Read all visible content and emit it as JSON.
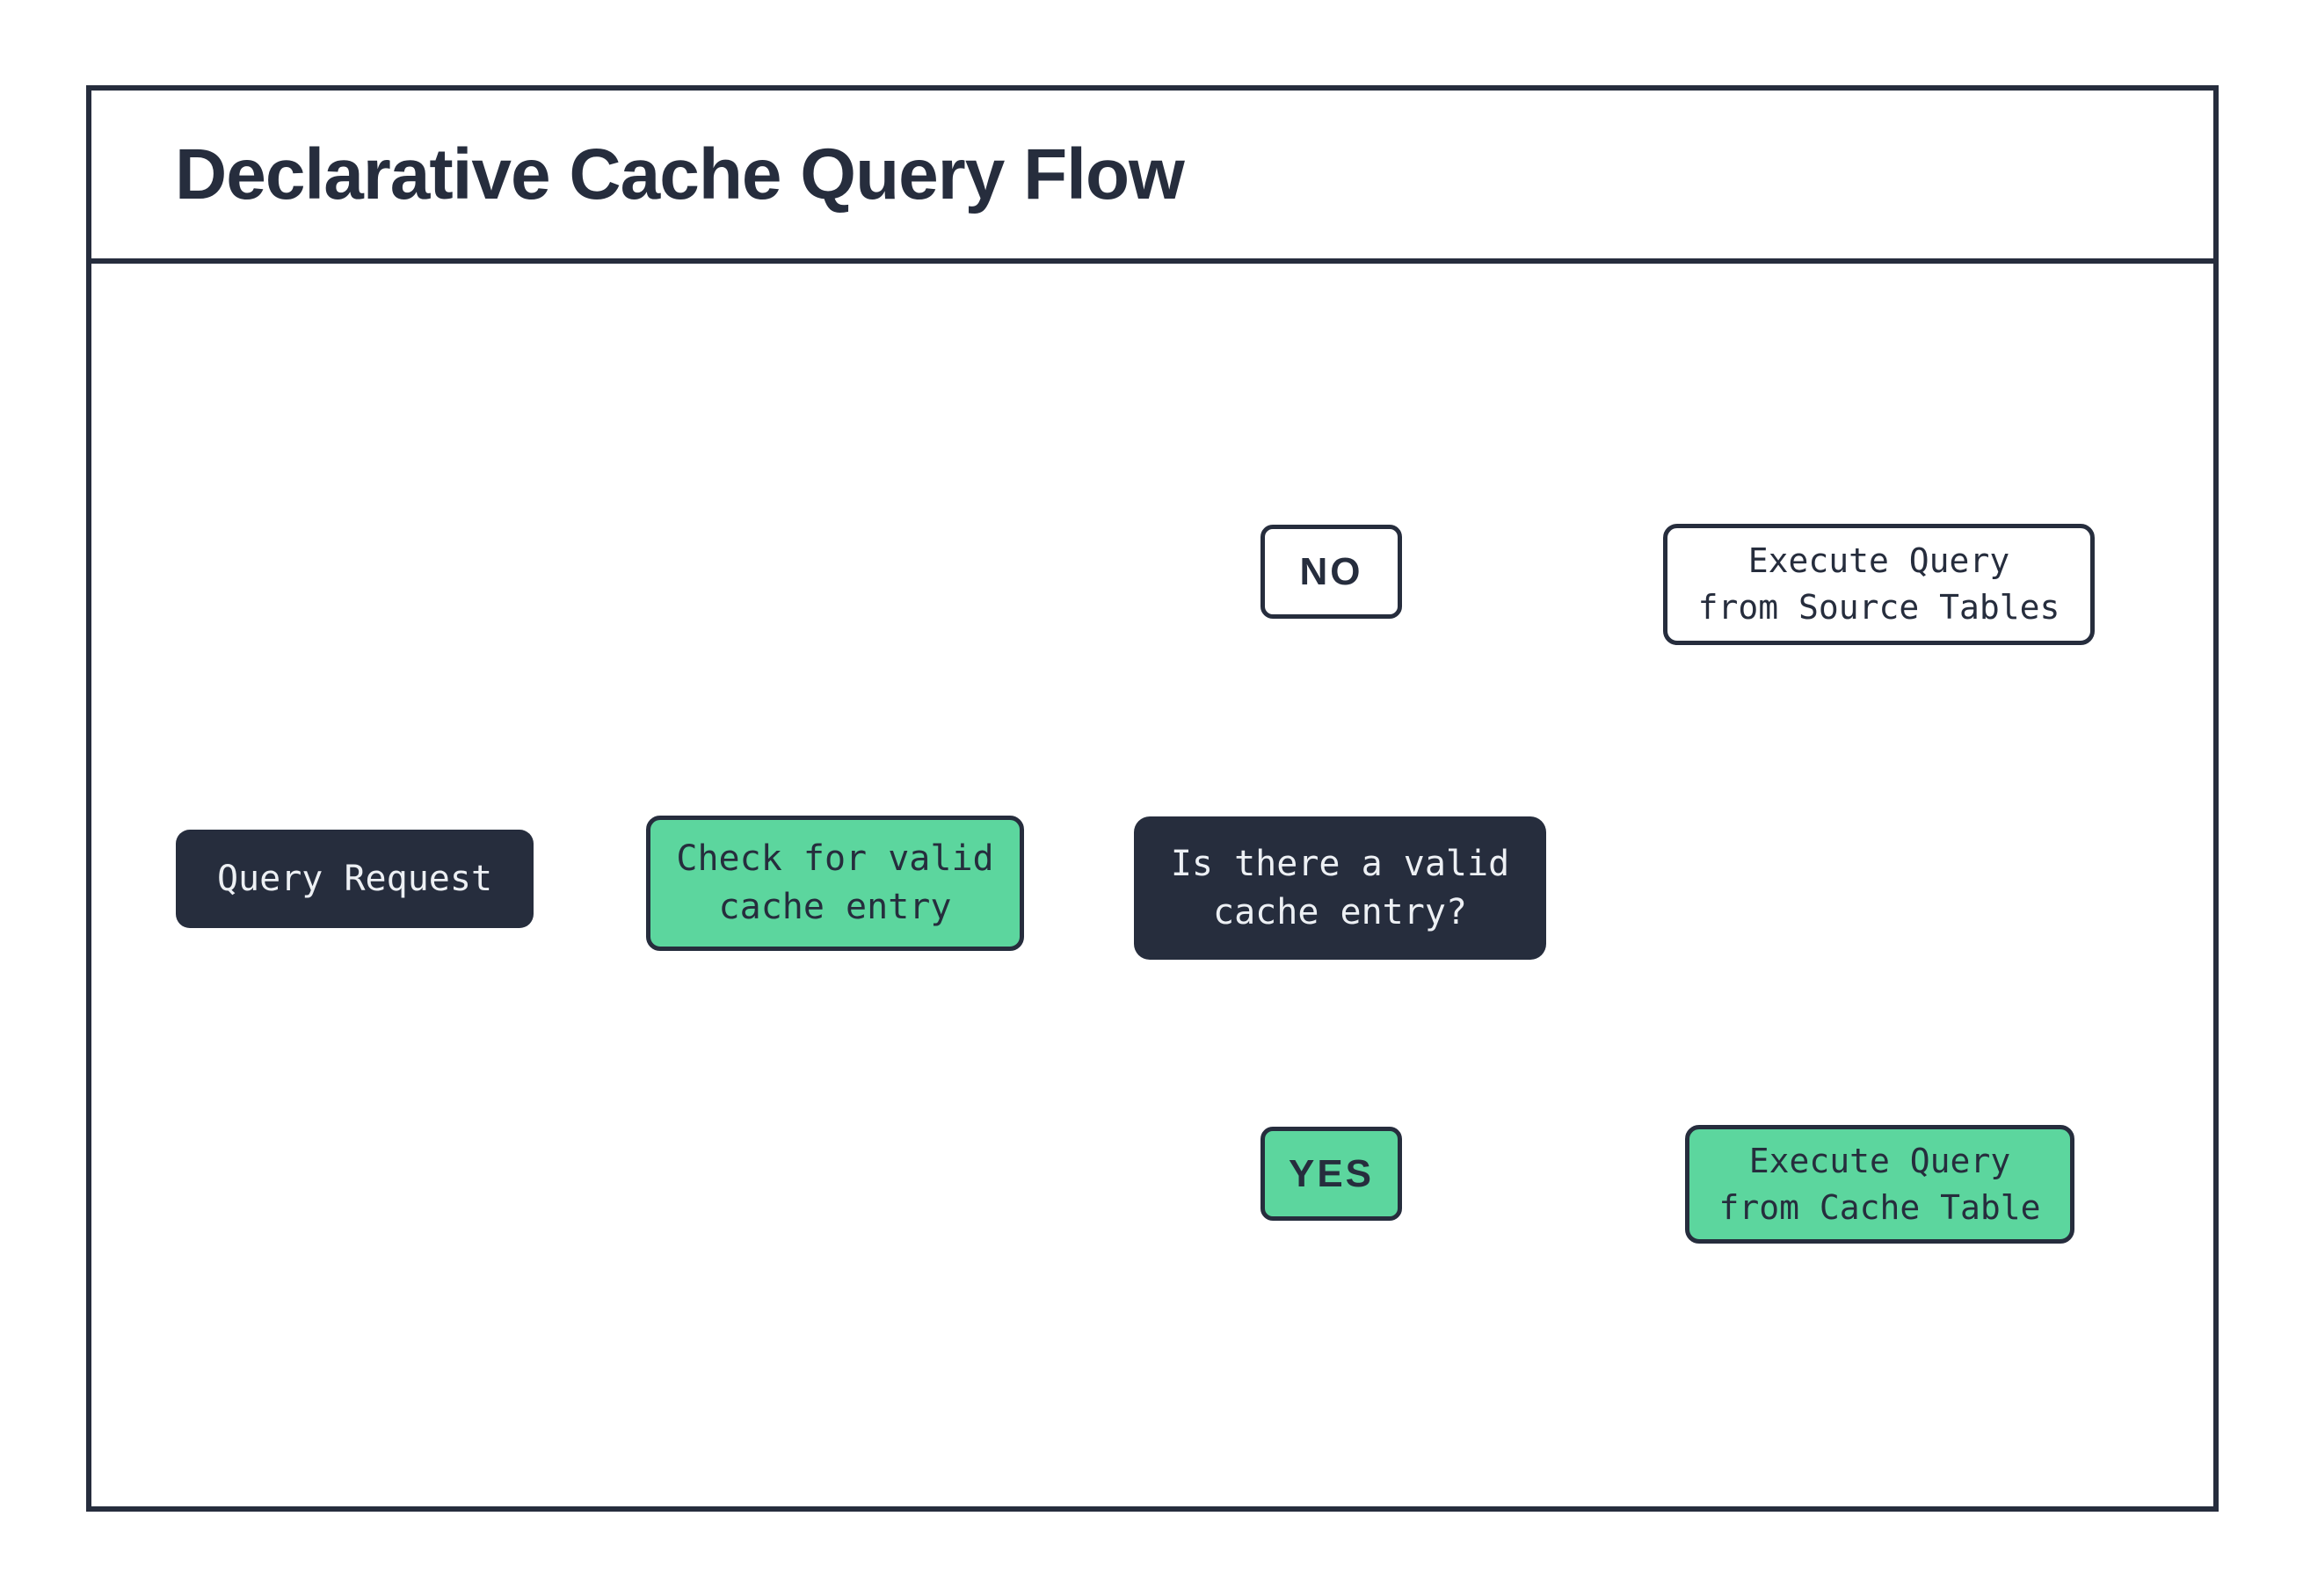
{
  "title": "Declarative Cache Query Flow",
  "palette": {
    "ink": "#262d3d",
    "green": "#5cd69e",
    "paper": "#ffffff",
    "light_text": "#edf0f4"
  },
  "nodes": {
    "query_request": {
      "label": "Query Request"
    },
    "check_cache": {
      "line1": "Check for valid",
      "line2": "cache entry"
    },
    "decision": {
      "line1": "Is there a valid",
      "line2": "cache entry?"
    },
    "branch_no": {
      "label": "NO"
    },
    "branch_yes": {
      "label": "YES"
    },
    "source_db": {
      "line1": "Execute Query",
      "line2": "from Source Tables"
    },
    "cache_db": {
      "line1": "Execute Query",
      "line2": "from Cache Table"
    }
  },
  "edges": [
    {
      "from": "query_request",
      "to": "check_cache"
    },
    {
      "from": "check_cache",
      "to": "decision"
    },
    {
      "from": "decision",
      "to": "branch_no"
    },
    {
      "from": "branch_no",
      "to": "source_db"
    },
    {
      "from": "decision",
      "to": "branch_yes"
    },
    {
      "from": "branch_yes",
      "to": "cache_db"
    }
  ]
}
